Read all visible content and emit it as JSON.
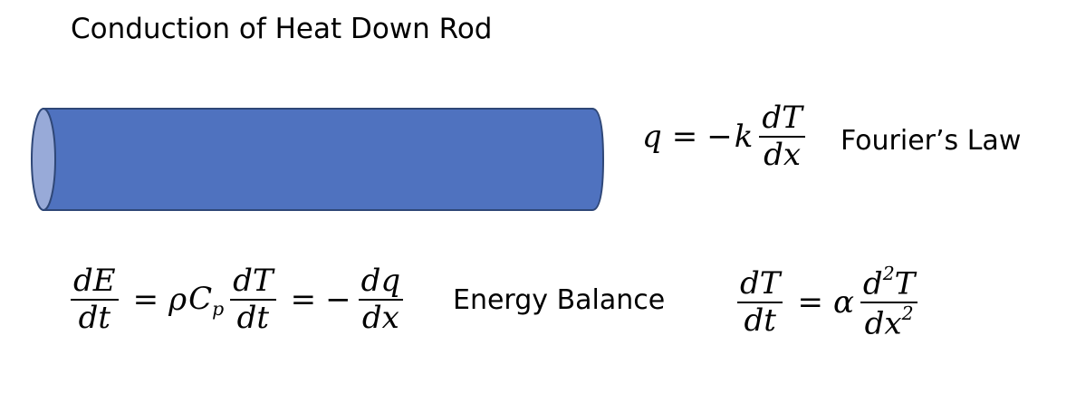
{
  "title": "Conduction of Heat Down Rod",
  "colors": {
    "rod_body": "#4F72BF",
    "rod_end": "#98AAD8",
    "rod_outline": "#2F4777"
  },
  "fourier": {
    "lhs": "q",
    "equals": "=",
    "minus": "−",
    "coef": "k",
    "num": "dT",
    "den": "dx",
    "label": "Fourier’s Law"
  },
  "energy": {
    "num1": "dE",
    "den1": "dt",
    "equals1": "=",
    "rho": "ρ",
    "c": "C",
    "c_sub": "p",
    "num2": "dT",
    "den2": "dt",
    "equals2": "=",
    "minus": "−",
    "num3": "dq",
    "den3": "dx",
    "label": "Energy Balance"
  },
  "diffusion": {
    "num1": "dT",
    "den1": "dt",
    "equals": "=",
    "alpha": "α",
    "num2_d": "d",
    "num2_sup": "2",
    "num2_t": "T",
    "den2_dx": "dx",
    "den2_sup": "2"
  }
}
